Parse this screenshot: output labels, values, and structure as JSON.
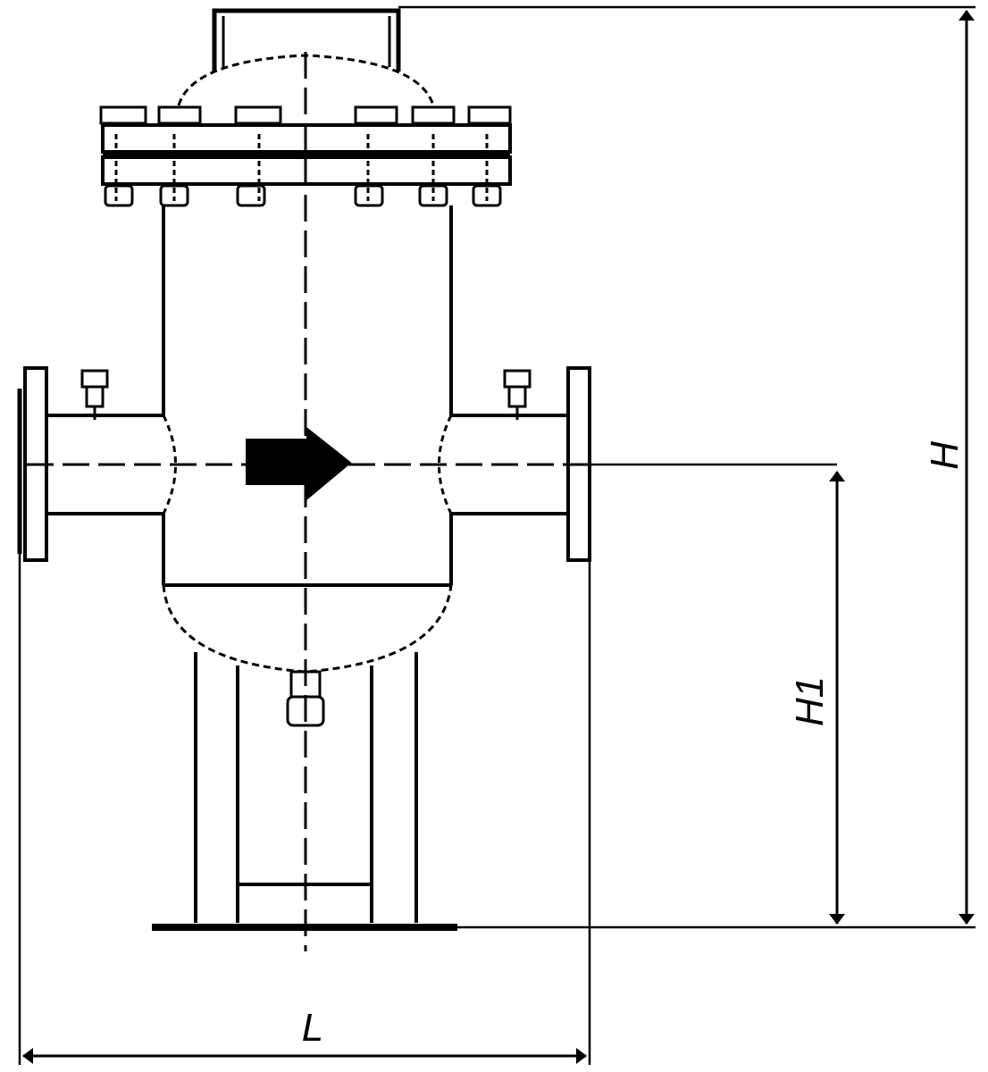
{
  "dimensions": {
    "overall_height": "H",
    "inlet_height": "H1",
    "length": "L"
  },
  "colors": {
    "line": "#000000",
    "background": "#ffffff"
  },
  "flow_direction": "left-to-right"
}
